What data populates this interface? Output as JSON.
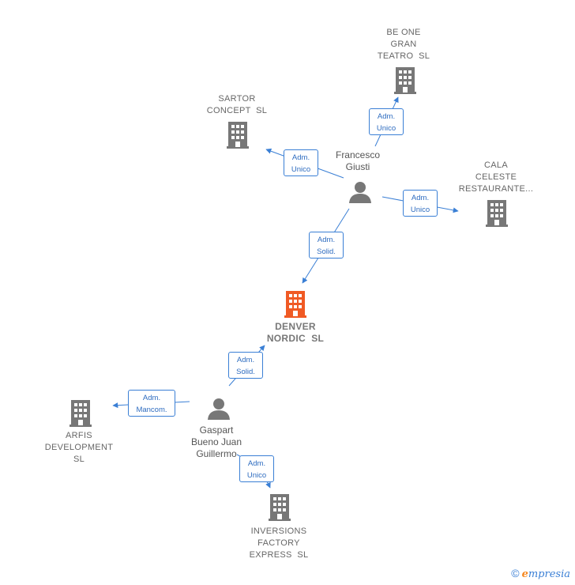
{
  "colors": {
    "main_company": "#f05a24",
    "company": "#777777",
    "person": "#777777",
    "edge": "#3a7fd5"
  },
  "companies": {
    "denver": [
      "DENVER",
      "NORDIC  SL"
    ],
    "be_one": [
      "BE ONE",
      "GRAN",
      "TEATRO  SL"
    ],
    "sartor": [
      "SARTOR",
      "CONCEPT  SL"
    ],
    "cala": [
      "CALA",
      "CELESTE",
      "RESTAURANTE..."
    ],
    "arfis": [
      "ARFIS",
      "DEVELOPMENT",
      "SL"
    ],
    "inversions": [
      "INVERSIONS",
      "FACTORY",
      "EXPRESS  SL"
    ]
  },
  "persons": {
    "francesco": [
      "Francesco",
      "Giusti"
    ],
    "gaspart": [
      "Gaspart",
      "Bueno Juan",
      "Guillermo"
    ]
  },
  "edges": {
    "f_beone": [
      "Adm.",
      "Unico"
    ],
    "f_sartor": [
      "Adm.",
      "Unico"
    ],
    "f_cala": [
      "Adm.",
      "Unico"
    ],
    "f_denver": [
      "Adm.",
      "Solid."
    ],
    "g_denver": [
      "Adm.",
      "Solid."
    ],
    "g_arfis": [
      "Adm.",
      "Mancom."
    ],
    "g_inversions": [
      "Adm.",
      "Unico"
    ]
  },
  "brand": {
    "copyright": "©",
    "e": "e",
    "rest": "mpresia"
  }
}
